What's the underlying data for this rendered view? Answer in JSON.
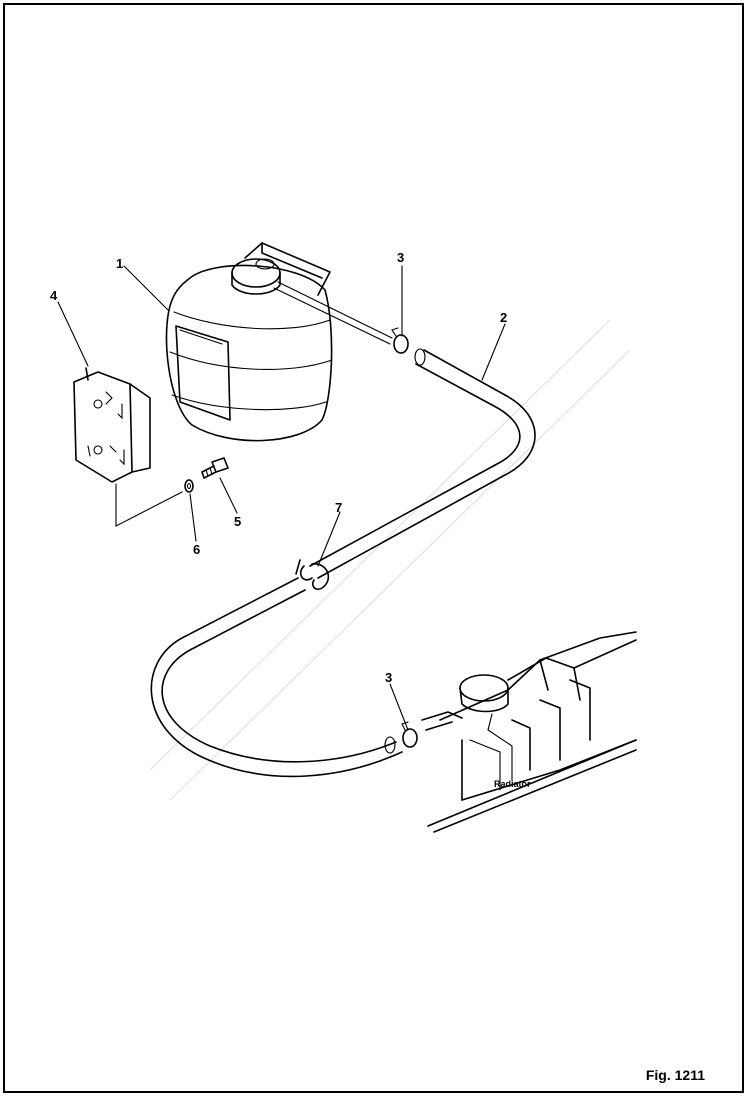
{
  "figure": {
    "caption": "Fig. 1211",
    "radiator_label": "Radiator"
  },
  "callouts": [
    {
      "id": "1",
      "text": "1"
    },
    {
      "id": "2",
      "text": "2"
    },
    {
      "id": "3a",
      "text": "3"
    },
    {
      "id": "3b",
      "text": "3"
    },
    {
      "id": "4",
      "text": "4"
    },
    {
      "id": "5",
      "text": "5"
    },
    {
      "id": "6",
      "text": "6"
    },
    {
      "id": "7",
      "text": "7"
    }
  ]
}
